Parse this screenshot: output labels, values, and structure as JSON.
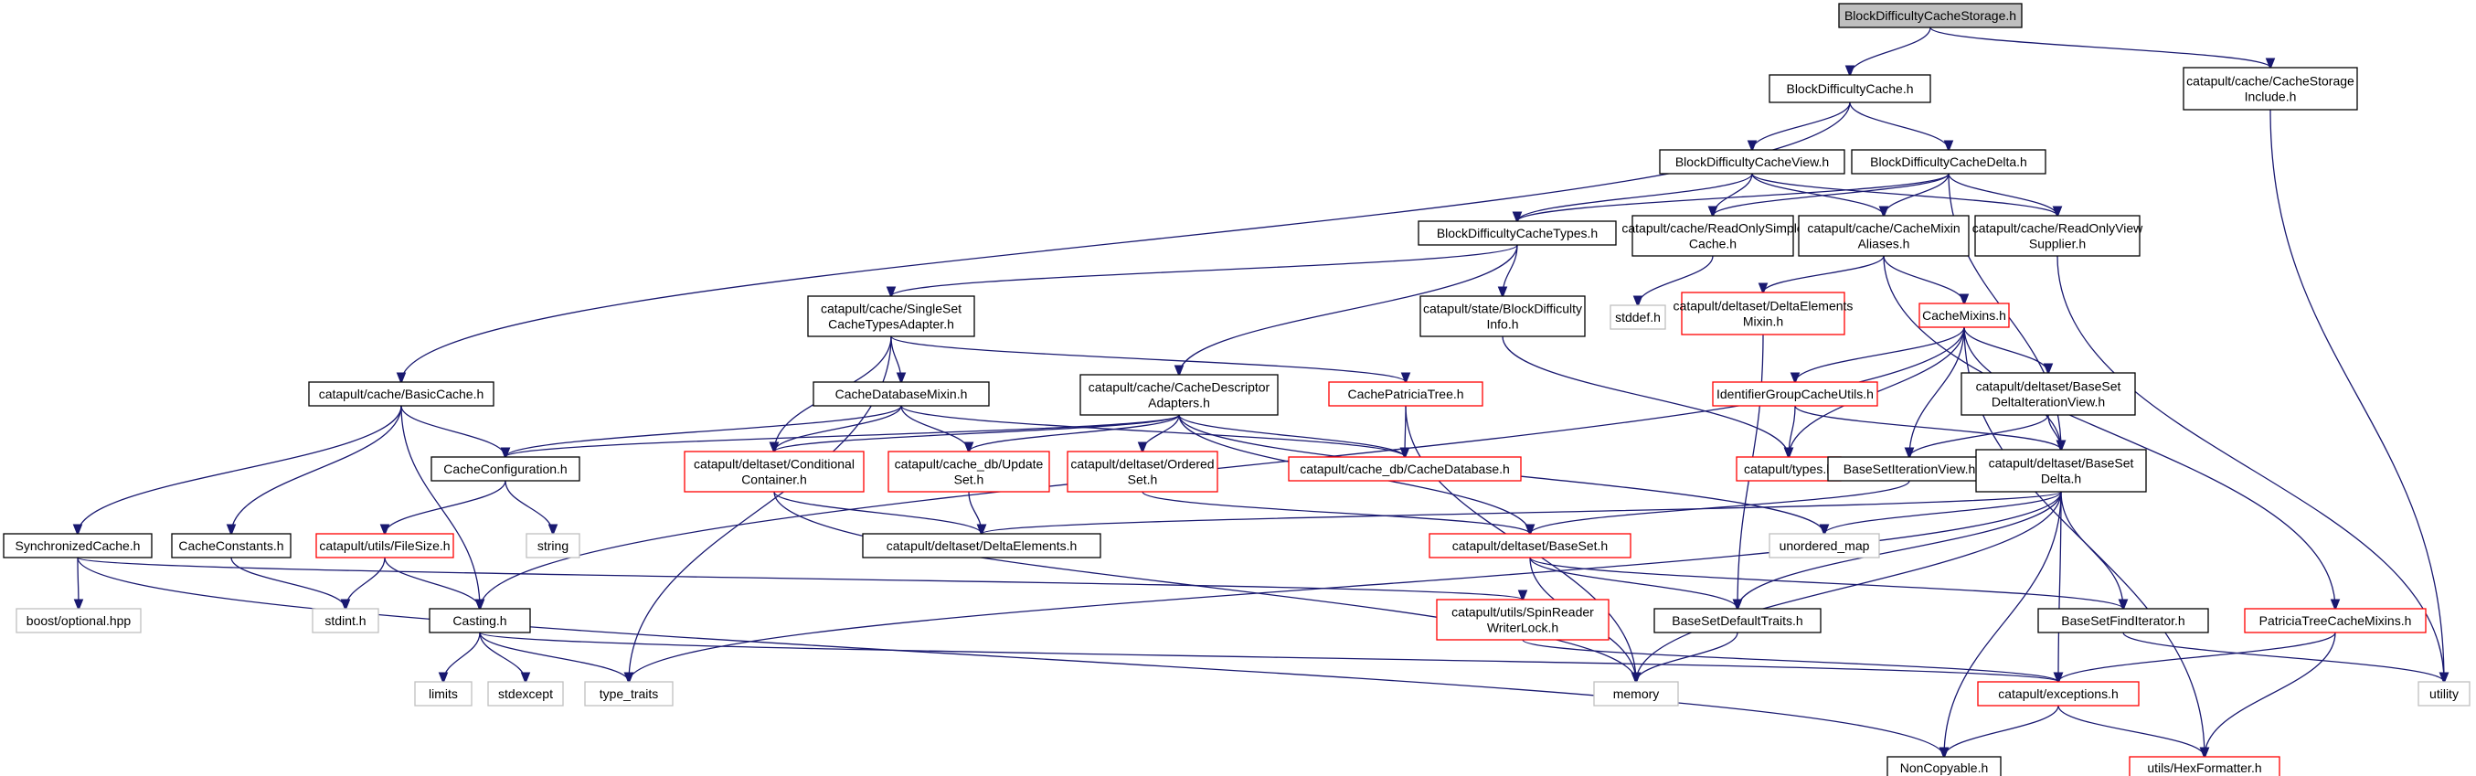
{
  "diagram": {
    "type": "include-dependency-graph",
    "edge_color": "#191970",
    "nodes": [
      {
        "id": "root",
        "lines": [
          "BlockDifficultyCacheStorage.h"
        ],
        "style": "root"
      },
      {
        "id": "bdc",
        "lines": [
          "BlockDifficultyCache.h"
        ],
        "style": "black"
      },
      {
        "id": "csi",
        "lines": [
          "catapult/cache/CacheStorage",
          "Include.h"
        ],
        "style": "black"
      },
      {
        "id": "bdcview",
        "lines": [
          "BlockDifficultyCacheView.h"
        ],
        "style": "black"
      },
      {
        "id": "bdcdelta",
        "lines": [
          "BlockDifficultyCacheDelta.h"
        ],
        "style": "black"
      },
      {
        "id": "bdctypes",
        "lines": [
          "BlockDifficultyCacheTypes.h"
        ],
        "style": "black"
      },
      {
        "id": "rosimple",
        "lines": [
          "catapult/cache/ReadOnlySimple",
          "Cache.h"
        ],
        "style": "black"
      },
      {
        "id": "mixalias",
        "lines": [
          "catapult/cache/CacheMixin",
          "Aliases.h"
        ],
        "style": "black"
      },
      {
        "id": "rovs",
        "lines": [
          "catapult/cache/ReadOnlyView",
          "Supplier.h"
        ],
        "style": "black"
      },
      {
        "id": "singleset",
        "lines": [
          "catapult/cache/SingleSet",
          "CacheTypesAdapter.h"
        ],
        "style": "black"
      },
      {
        "id": "bdinfo",
        "lines": [
          "catapult/state/BlockDifficulty",
          "Info.h"
        ],
        "style": "black"
      },
      {
        "id": "stddef",
        "lines": [
          "stddef.h"
        ],
        "style": "grey"
      },
      {
        "id": "demixin",
        "lines": [
          "catapult/deltaset/DeltaElements",
          "Mixin.h"
        ],
        "style": "red"
      },
      {
        "id": "cachemixins",
        "lines": [
          "CacheMixins.h"
        ],
        "style": "red"
      },
      {
        "id": "basiccache",
        "lines": [
          "catapult/cache/BasicCache.h"
        ],
        "style": "black"
      },
      {
        "id": "cdbmixin",
        "lines": [
          "CacheDatabaseMixin.h"
        ],
        "style": "black"
      },
      {
        "id": "descadapt",
        "lines": [
          "catapult/cache/CacheDescriptor",
          "Adapters.h"
        ],
        "style": "black"
      },
      {
        "id": "patricia",
        "lines": [
          "CachePatriciaTree.h"
        ],
        "style": "red"
      },
      {
        "id": "idgroup",
        "lines": [
          "IdentifierGroupCacheUtils.h"
        ],
        "style": "red"
      },
      {
        "id": "bsdiv",
        "lines": [
          "catapult/deltaset/BaseSet",
          "DeltaIterationView.h"
        ],
        "style": "black"
      },
      {
        "id": "cacheconf",
        "lines": [
          "CacheConfiguration.h"
        ],
        "style": "black"
      },
      {
        "id": "condcont",
        "lines": [
          "catapult/deltaset/Conditional",
          "Container.h"
        ],
        "style": "red"
      },
      {
        "id": "updateset",
        "lines": [
          "catapult/cache_db/Update",
          "Set.h"
        ],
        "style": "red"
      },
      {
        "id": "ordered",
        "lines": [
          "catapult/deltaset/Ordered",
          "Set.h"
        ],
        "style": "red"
      },
      {
        "id": "cachedb",
        "lines": [
          "catapult/cache_db/CacheDatabase.h"
        ],
        "style": "red"
      },
      {
        "id": "types",
        "lines": [
          "catapult/types.h"
        ],
        "style": "red"
      },
      {
        "id": "bsiv",
        "lines": [
          "BaseSetIterationView.h"
        ],
        "style": "black"
      },
      {
        "id": "bsdelta",
        "lines": [
          "catapult/deltaset/BaseSet",
          "Delta.h"
        ],
        "style": "black"
      },
      {
        "id": "string",
        "lines": [
          "string"
        ],
        "style": "grey"
      },
      {
        "id": "synccache",
        "lines": [
          "SynchronizedCache.h"
        ],
        "style": "black"
      },
      {
        "id": "cacheconst",
        "lines": [
          "CacheConstants.h"
        ],
        "style": "black"
      },
      {
        "id": "filesize",
        "lines": [
          "catapult/utils/FileSize.h"
        ],
        "style": "red"
      },
      {
        "id": "deltaelements",
        "lines": [
          "catapult/deltaset/DeltaElements.h"
        ],
        "style": "black"
      },
      {
        "id": "baseset",
        "lines": [
          "catapult/deltaset/BaseSet.h"
        ],
        "style": "red"
      },
      {
        "id": "unorderedmap",
        "lines": [
          "unordered_map"
        ],
        "style": "grey"
      },
      {
        "id": "boostopt",
        "lines": [
          "boost/optional.hpp"
        ],
        "style": "grey"
      },
      {
        "id": "stdint",
        "lines": [
          "stdint.h"
        ],
        "style": "grey"
      },
      {
        "id": "casting",
        "lines": [
          "Casting.h"
        ],
        "style": "black"
      },
      {
        "id": "spinlock",
        "lines": [
          "catapult/utils/SpinReader",
          "WriterLock.h"
        ],
        "style": "red"
      },
      {
        "id": "bsdefault",
        "lines": [
          "BaseSetDefaultTraits.h"
        ],
        "style": "black"
      },
      {
        "id": "bsfind",
        "lines": [
          "BaseSetFindIterator.h"
        ],
        "style": "black"
      },
      {
        "id": "ptmixins",
        "lines": [
          "PatriciaTreeCacheMixins.h"
        ],
        "style": "red"
      },
      {
        "id": "limits",
        "lines": [
          "limits"
        ],
        "style": "grey"
      },
      {
        "id": "stdexcept",
        "lines": [
          "stdexcept"
        ],
        "style": "grey"
      },
      {
        "id": "typetraits",
        "lines": [
          "type_traits"
        ],
        "style": "grey"
      },
      {
        "id": "memory",
        "lines": [
          "memory"
        ],
        "style": "grey"
      },
      {
        "id": "exceptions",
        "lines": [
          "catapult/exceptions.h"
        ],
        "style": "red"
      },
      {
        "id": "utility",
        "lines": [
          "utility"
        ],
        "style": "grey"
      },
      {
        "id": "noncopy",
        "lines": [
          "NonCopyable.h"
        ],
        "style": "black"
      },
      {
        "id": "hexfmt",
        "lines": [
          "utils/HexFormatter.h"
        ],
        "style": "red"
      }
    ],
    "edges": [
      [
        "root",
        "bdc"
      ],
      [
        "root",
        "csi"
      ],
      [
        "bdc",
        "bdcview"
      ],
      [
        "bdc",
        "bdcdelta"
      ],
      [
        "bdc",
        "basiccache"
      ],
      [
        "csi",
        "utility"
      ],
      [
        "bdcview",
        "bdctypes"
      ],
      [
        "bdcview",
        "rosimple"
      ],
      [
        "bdcview",
        "mixalias"
      ],
      [
        "bdcview",
        "rovs"
      ],
      [
        "bdcdelta",
        "bdctypes"
      ],
      [
        "bdcdelta",
        "rosimple"
      ],
      [
        "bdcdelta",
        "mixalias"
      ],
      [
        "bdcdelta",
        "rovs"
      ],
      [
        "bdcdelta",
        "bsdelta"
      ],
      [
        "bdctypes",
        "singleset"
      ],
      [
        "bdctypes",
        "bdinfo"
      ],
      [
        "bdctypes",
        "descadapt"
      ],
      [
        "rosimple",
        "stddef"
      ],
      [
        "mixalias",
        "demixin"
      ],
      [
        "mixalias",
        "cachemixins"
      ],
      [
        "mixalias",
        "ptmixins"
      ],
      [
        "rovs",
        "utility"
      ],
      [
        "singleset",
        "cdbmixin"
      ],
      [
        "singleset",
        "patricia"
      ],
      [
        "singleset",
        "condcont"
      ],
      [
        "singleset",
        "typetraits"
      ],
      [
        "bdinfo",
        "types"
      ],
      [
        "demixin",
        "bsdefault"
      ],
      [
        "cachemixins",
        "idgroup"
      ],
      [
        "cachemixins",
        "bsdiv"
      ],
      [
        "cachemixins",
        "bsiv"
      ],
      [
        "cachemixins",
        "bsdelta"
      ],
      [
        "cachemixins",
        "types"
      ],
      [
        "cachemixins",
        "casting"
      ],
      [
        "cachemixins",
        "hexfmt"
      ],
      [
        "basiccache",
        "cacheconf"
      ],
      [
        "basiccache",
        "synccache"
      ],
      [
        "basiccache",
        "cacheconst"
      ],
      [
        "basiccache",
        "casting"
      ],
      [
        "cdbmixin",
        "cacheconf"
      ],
      [
        "cdbmixin",
        "condcont"
      ],
      [
        "cdbmixin",
        "updateset"
      ],
      [
        "cdbmixin",
        "cachedb"
      ],
      [
        "descadapt",
        "cacheconf"
      ],
      [
        "descadapt",
        "condcont"
      ],
      [
        "descadapt",
        "updateset"
      ],
      [
        "descadapt",
        "ordered"
      ],
      [
        "descadapt",
        "cachedb"
      ],
      [
        "descadapt",
        "baseset"
      ],
      [
        "descadapt",
        "unorderedmap"
      ],
      [
        "patricia",
        "cachedb"
      ],
      [
        "patricia",
        "memory"
      ],
      [
        "idgroup",
        "types"
      ],
      [
        "idgroup",
        "bsdelta"
      ],
      [
        "bsdiv",
        "bsiv"
      ],
      [
        "bsdiv",
        "bsdelta"
      ],
      [
        "cacheconf",
        "filesize"
      ],
      [
        "cacheconf",
        "string"
      ],
      [
        "condcont",
        "deltaelements"
      ],
      [
        "condcont",
        "memory"
      ],
      [
        "updateset",
        "deltaelements"
      ],
      [
        "ordered",
        "baseset"
      ],
      [
        "bsiv",
        "baseset"
      ],
      [
        "bsdelta",
        "deltaelements"
      ],
      [
        "bsdelta",
        "unorderedmap"
      ],
      [
        "bsdelta",
        "bsdefault"
      ],
      [
        "bsdelta",
        "bsfind"
      ],
      [
        "bsdelta",
        "exceptions"
      ],
      [
        "bsdelta",
        "memory"
      ],
      [
        "bsdelta",
        "typetraits"
      ],
      [
        "bsdelta",
        "noncopy"
      ],
      [
        "synccache",
        "boostopt"
      ],
      [
        "synccache",
        "spinlock"
      ],
      [
        "synccache",
        "noncopy"
      ],
      [
        "cacheconst",
        "stdint"
      ],
      [
        "filesize",
        "stdint"
      ],
      [
        "filesize",
        "casting"
      ],
      [
        "baseset",
        "bsdefault"
      ],
      [
        "baseset",
        "bsfind"
      ],
      [
        "baseset",
        "memory"
      ],
      [
        "casting",
        "limits"
      ],
      [
        "casting",
        "stdexcept"
      ],
      [
        "casting",
        "typetraits"
      ],
      [
        "casting",
        "exceptions"
      ],
      [
        "spinlock",
        "exceptions"
      ],
      [
        "bsdefault",
        "memory"
      ],
      [
        "bsfind",
        "utility"
      ],
      [
        "ptmixins",
        "exceptions"
      ],
      [
        "ptmixins",
        "hexfmt"
      ],
      [
        "exceptions",
        "noncopy"
      ],
      [
        "exceptions",
        "hexfmt"
      ]
    ]
  }
}
